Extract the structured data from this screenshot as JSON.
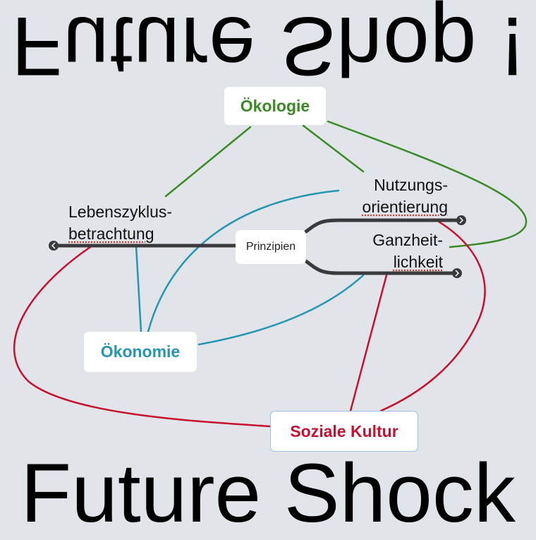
{
  "title_flipped": "Future Shop !",
  "title_bottom": "Future Shock",
  "colors": {
    "background": "#e1e5ea",
    "ecology": "#3a8a24",
    "economy": "#2596b2",
    "social": "#c8102e",
    "trunk": "#3a3a3c"
  },
  "nodes": {
    "ecology": "Ökologie",
    "economy": "Ökonomie",
    "social": "Soziale Kultur",
    "center": "Prinzipien"
  },
  "principles": {
    "lifecycle": [
      "Lebenszyklus-",
      "betrachtung"
    ],
    "usage": [
      "Nutzungs-",
      "orientierung"
    ],
    "holistic": [
      "Ganzheit-",
      "lichkeit"
    ]
  }
}
